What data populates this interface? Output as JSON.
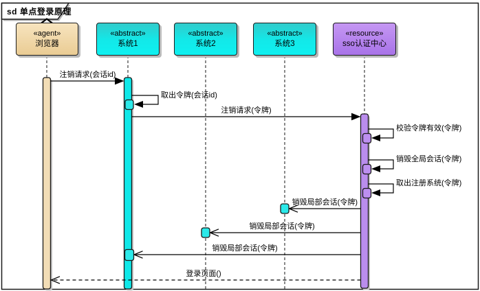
{
  "frame": {
    "title": "sd 单点登录原理"
  },
  "participants": [
    {
      "stereotype": "«agent»",
      "name": "浏览器"
    },
    {
      "stereotype": "«abstract»",
      "name": "系统1"
    },
    {
      "stereotype": "«abstract»",
      "name": "系统2"
    },
    {
      "stereotype": "«abstract»",
      "name": "系统3"
    },
    {
      "stereotype": "«resource»",
      "name": "sso认证中心"
    }
  ],
  "messages": [
    {
      "label": "注销请求(会话id)",
      "from": "浏览器",
      "to": "系统1",
      "kind": "sync"
    },
    {
      "label": "取出令牌(会话id)",
      "from": "系统1",
      "to": "系统1",
      "kind": "self"
    },
    {
      "label": "注销请求(令牌)",
      "from": "系统1",
      "to": "sso认证中心",
      "kind": "sync"
    },
    {
      "label": "校验令牌有效(令牌)",
      "from": "sso认证中心",
      "to": "sso认证中心",
      "kind": "self"
    },
    {
      "label": "销毁全局会话(令牌)",
      "from": "sso认证中心",
      "to": "sso认证中心",
      "kind": "self"
    },
    {
      "label": "取出注册系统(令牌)",
      "from": "sso认证中心",
      "to": "sso认证中心",
      "kind": "self"
    },
    {
      "label": "销毁局部会话(令牌)",
      "from": "sso认证中心",
      "to": "系统3",
      "kind": "async"
    },
    {
      "label": "销毁局部会话(令牌)",
      "from": "sso认证中心",
      "to": "系统2",
      "kind": "async"
    },
    {
      "label": "销毁局部会话(令牌)",
      "from": "sso认证中心",
      "to": "系统1",
      "kind": "async"
    },
    {
      "label": "登录页面()",
      "from": "sso认证中心",
      "to": "浏览器",
      "kind": "return"
    }
  ],
  "colors": {
    "agent_box": "#F3D9A6",
    "abstract_box": "#18E0E0",
    "resource_box": "#B583EF",
    "agent_activation": "#F2DDB6",
    "abstract_activation": "#0FE8E8",
    "resource_activation": "#BA8DED",
    "connector": "#000000",
    "shadow": "#B9B9B9"
  }
}
